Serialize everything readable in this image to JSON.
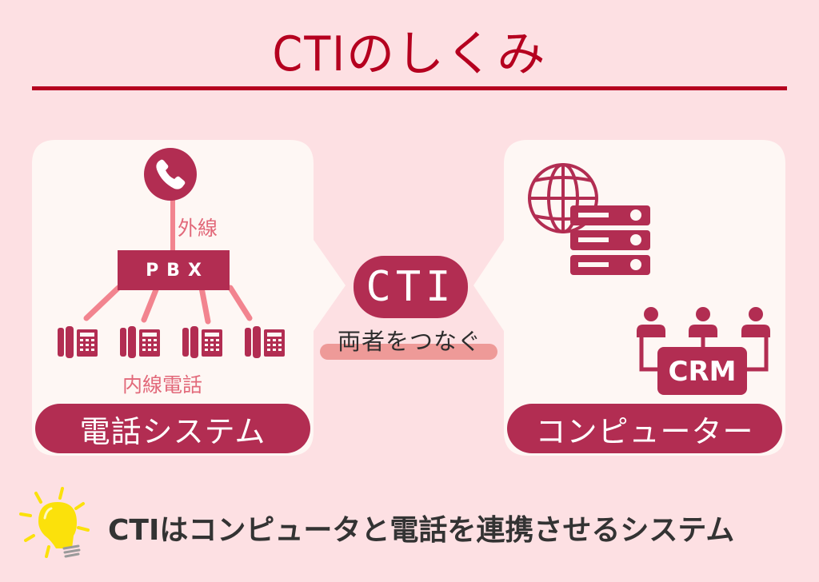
{
  "title": "CTIのしくみ",
  "colors": {
    "background": "#fde0e3",
    "title": "#b5001f",
    "accent": "#b22d52",
    "panel": "#fef7f4",
    "line_pink": "#f2848f",
    "label_pink": "#e2697a",
    "highlight": "#ee9a98",
    "bulb": "#fbe10b"
  },
  "left_panel": {
    "external_line_label": "外線",
    "pbx_label": "PBX",
    "extension_label": "内線電話",
    "phone_count": 4,
    "pill_label": "電話システム",
    "icons": [
      "phone-circle-icon",
      "desk-phone-icon"
    ]
  },
  "center": {
    "badge_label": "CTI",
    "caption": "両者をつなぐ"
  },
  "right_panel": {
    "crm_label": "CRM",
    "pill_label": "コンピューター",
    "icons": [
      "globe-icon",
      "server-icon",
      "crm-people-icon"
    ]
  },
  "footer": {
    "icon": "lightbulb-icon",
    "summary": "CTIはコンピュータと電話を連携させるシステム"
  }
}
